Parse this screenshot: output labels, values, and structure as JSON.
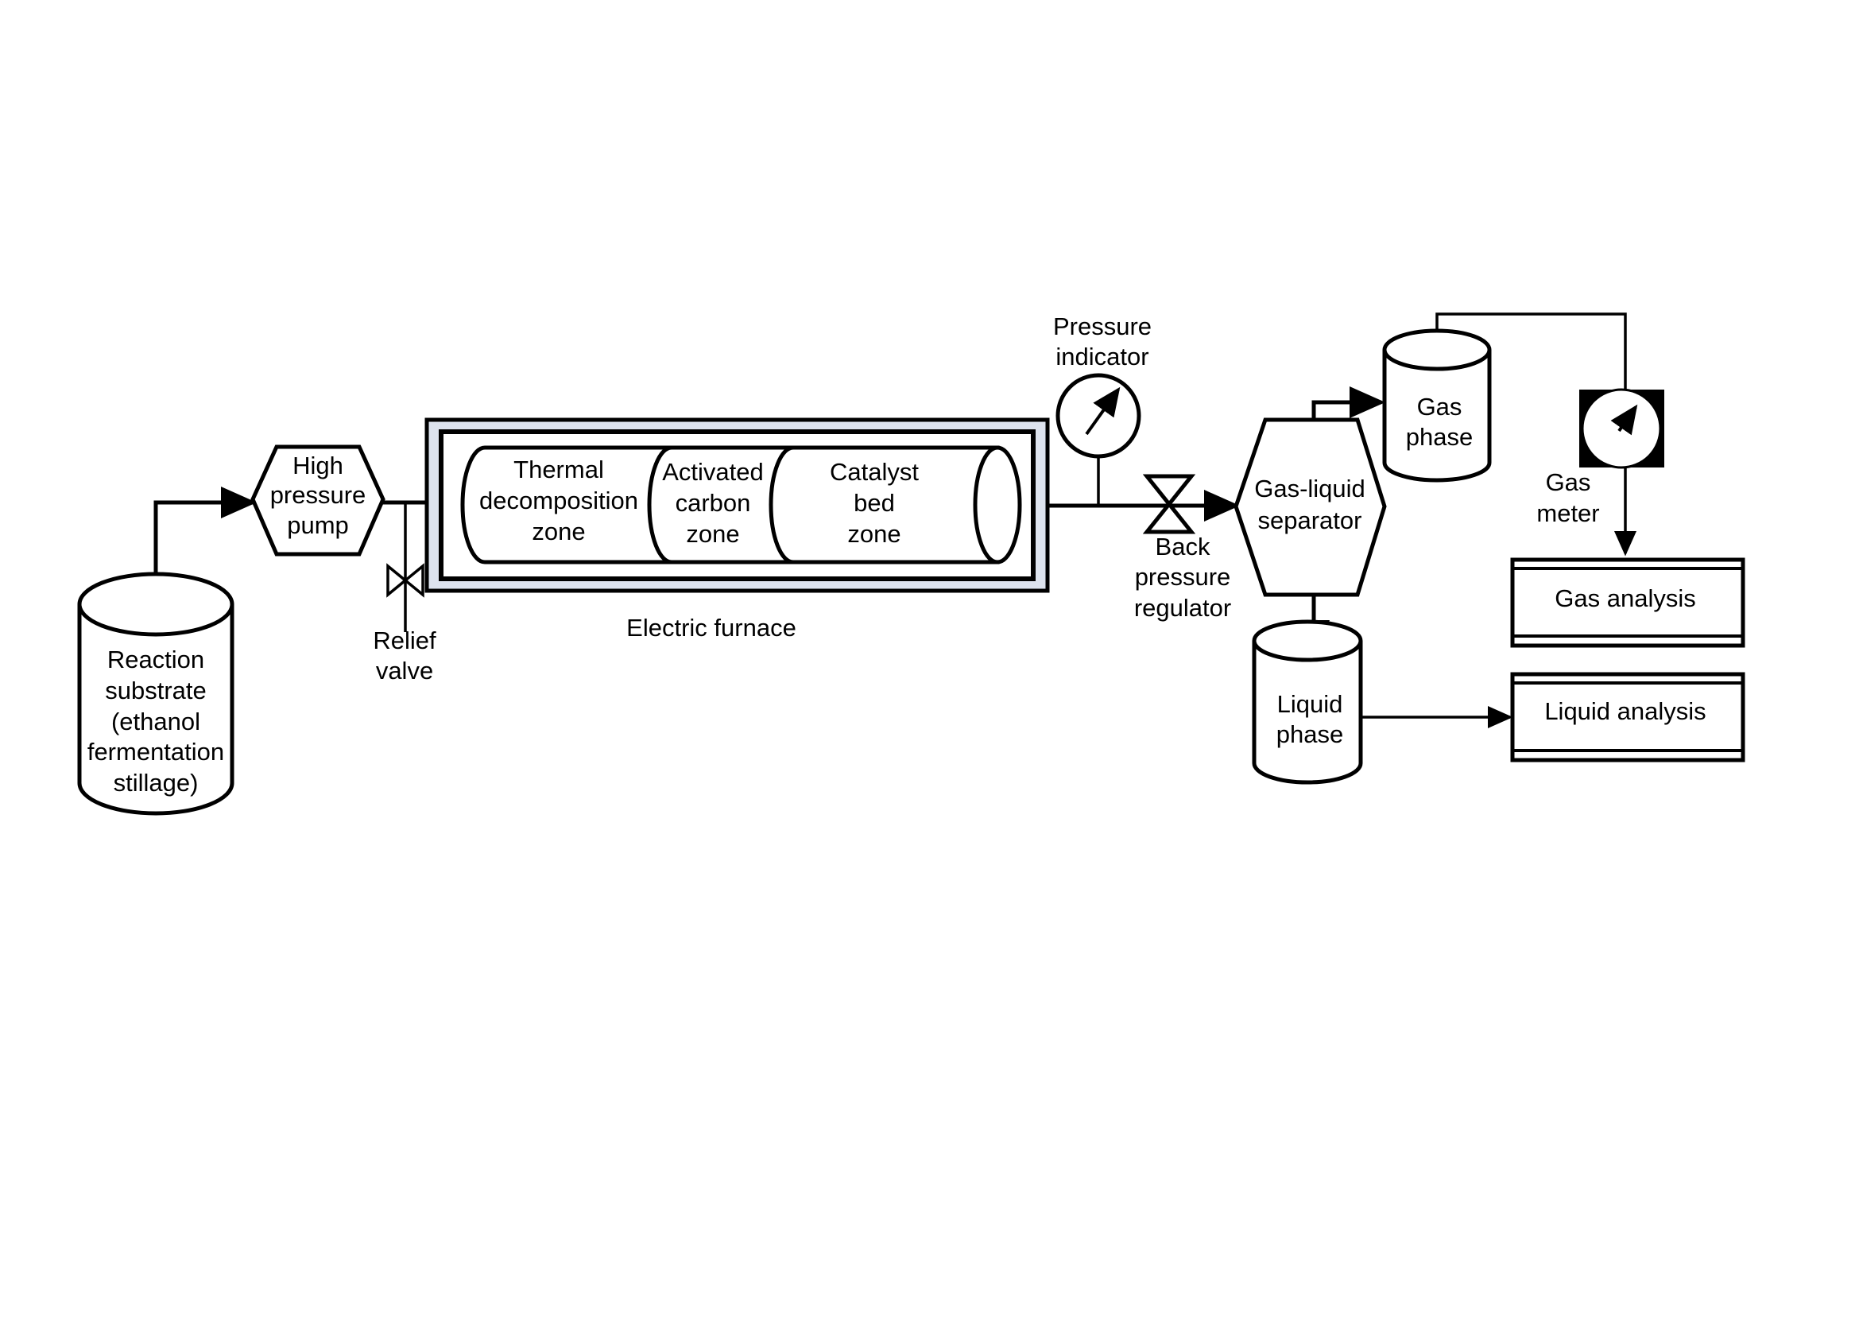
{
  "nodes": {
    "reaction_substrate": [
      "Reaction",
      "substrate",
      "(ethanol",
      "fermentation",
      "stillage)"
    ],
    "high_pressure_pump": [
      "High",
      "pressure",
      "pump"
    ],
    "relief_valve": [
      "Relief",
      "valve"
    ],
    "thermal_zone": [
      "Thermal",
      "decomposition",
      "zone"
    ],
    "activated_carbon_zone": [
      "Activated",
      "carbon",
      "zone"
    ],
    "catalyst_bed_zone": [
      "Catalyst",
      "bed",
      "zone"
    ],
    "electric_furnace": "Electric furnace",
    "pressure_indicator": [
      "Pressure",
      "indicator"
    ],
    "back_pressure_regulator": [
      "Back",
      "pressure",
      "regulator"
    ],
    "gas_liquid_separator": [
      "Gas-liquid",
      "separator"
    ],
    "gas_phase": [
      "Gas",
      "phase"
    ],
    "liquid_phase": [
      "Liquid",
      "phase"
    ],
    "gas_meter": [
      "Gas",
      "meter"
    ],
    "gas_analysis": "Gas analysis",
    "liquid_analysis": "Liquid analysis"
  },
  "colors": {
    "line": "#000000",
    "furnace_fill": "#dde3ee",
    "gas_meter_housing": "#000000"
  },
  "icons": {
    "pump": "hexagon",
    "relief_valve": "bowtie-valve-icon",
    "back_pressure_regulator": "bowtie-valve-icon",
    "pressure_indicator": "gauge-icon",
    "gas_meter": "gauge-icon"
  }
}
